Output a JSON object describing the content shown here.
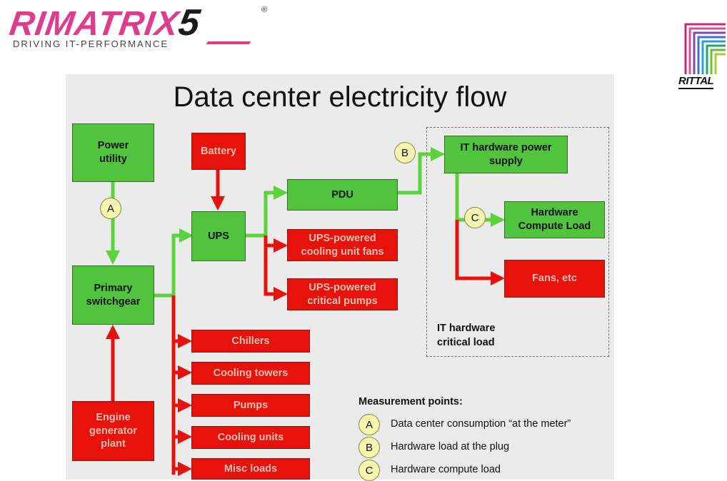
{
  "header": {
    "logo_text": "RIMATRIX",
    "logo_digit": "5",
    "logo_registered": "®",
    "logo_tagline": "DRIVING IT-PERFORMANCE",
    "brand_right": "RITTAL"
  },
  "diagram": {
    "title": "Data center electricity flow",
    "nodes": {
      "power_utility": "Power\nutility",
      "primary_switchgear": "Primary\nswitchgear",
      "engine_generator": "Engine\ngenerator\nplant",
      "battery": "Battery",
      "ups": "UPS",
      "pdu": "PDU",
      "ups_cooling_fans": "UPS-powered\ncooling unit fans",
      "ups_critical_pumps": "UPS-powered\ncritical pumps",
      "chillers": "Chillers",
      "cooling_towers": "Cooling towers",
      "pumps": "Pumps",
      "cooling_units": "Cooling units",
      "misc_loads": "Misc loads",
      "it_power_supply": "IT hardware power\nsupply",
      "hardware_compute_load": "Hardware\nCompute Load",
      "fans_etc": "Fans, etc"
    },
    "it_critical_label": "IT hardware\ncritical load",
    "measure_a": "A",
    "measure_b": "B",
    "measure_c": "C"
  },
  "legend": {
    "title": "Measurement points:",
    "items": [
      {
        "key": "A",
        "text": "Data center consumption “at the meter”"
      },
      {
        "key": "B",
        "text": "Hardware load at the plug"
      },
      {
        "key": "C",
        "text": "Hardware compute load"
      }
    ]
  },
  "colors": {
    "green": "#4fc43c",
    "red": "#e8120c",
    "arrow_green": "#5cd23a",
    "arrow_red": "#e8120c",
    "circle_fill": "#f5f5b0"
  }
}
